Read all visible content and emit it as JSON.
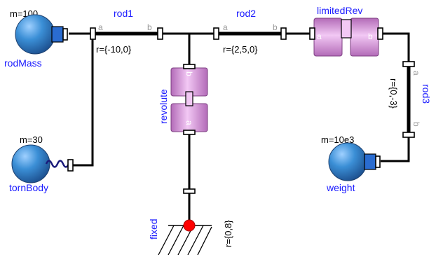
{
  "diagram": {
    "components": {
      "rodMass": {
        "name": "rodMass",
        "param": "m=100"
      },
      "tornBody": {
        "name": "tornBody",
        "param": "m=30"
      },
      "weight": {
        "name": "weight",
        "param": "m=10e3"
      },
      "rod1": {
        "name": "rod1",
        "param": "r={-10,0}",
        "port_a": "a",
        "port_b": "b"
      },
      "rod2": {
        "name": "rod2",
        "param": "r={2,5,0}",
        "port_a": "a",
        "port_b": "b"
      },
      "rod3": {
        "name": "rod3",
        "param": "r={0,-3}",
        "port_a": "a",
        "port_b": "b"
      },
      "limitedRev": {
        "name": "limitedRev",
        "port_a": "a",
        "port_b": "b"
      },
      "revolute": {
        "name": "revolute",
        "port_a": "a",
        "port_b": "b"
      },
      "fixed": {
        "name": "fixed",
        "param": "r={0,8}"
      }
    },
    "colors": {
      "label": "#1a1aff",
      "body_sphere": "#3b8fd6",
      "joint": "#e6a6ea",
      "port": "#2255cc",
      "fixed_point": "#ff0000"
    }
  }
}
